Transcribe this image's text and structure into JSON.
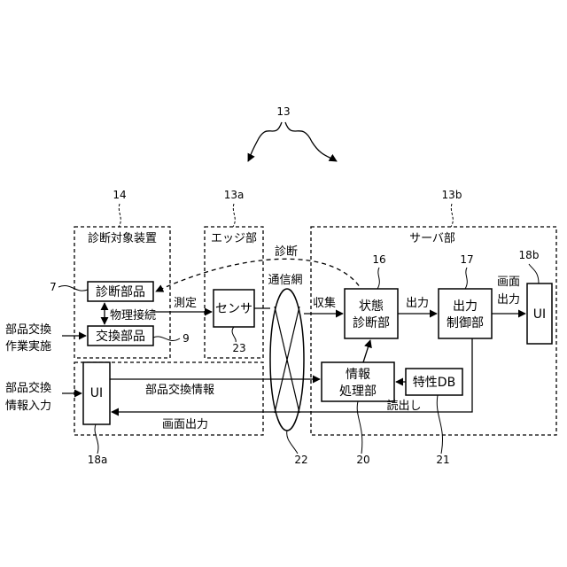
{
  "refs": {
    "system": "13",
    "edge": "13a",
    "server": "13b",
    "target": "14",
    "diag_part": "7",
    "exch_part": "9",
    "state_diag": "16",
    "output_ctrl": "17",
    "ui_server": "18b",
    "ui_target": "18a",
    "info_proc": "20",
    "char_db": "21",
    "network": "22",
    "sensor": "23"
  },
  "groups": {
    "target": "診断対象装置",
    "edge": "エッジ部",
    "server": "サーバ部"
  },
  "blocks": {
    "diag_part": "診断部品",
    "exch_part": "交換部品",
    "sensor": "センサ",
    "state_diag": [
      "状態",
      "診断部"
    ],
    "output_ctrl": [
      "出力",
      "制御部"
    ],
    "ui_server": "UI",
    "ui_target": "UI",
    "info_proc": [
      "情報",
      "処理部"
    ],
    "char_db": "特性DB"
  },
  "labels": {
    "physical_connection": "物理接続",
    "measure": "測定",
    "diagnosis": "診断",
    "network": "通信網",
    "collect": "収集",
    "output": "出力",
    "screen_output_server": [
      "画面",
      "出力"
    ],
    "part_exchange_work": [
      "部品交換",
      "作業実施"
    ],
    "part_exchange_input": [
      "部品交換",
      "情報入力"
    ],
    "part_exchange_info": "部品交換情報",
    "screen_output": "画面出力",
    "read_out": "読出し"
  }
}
